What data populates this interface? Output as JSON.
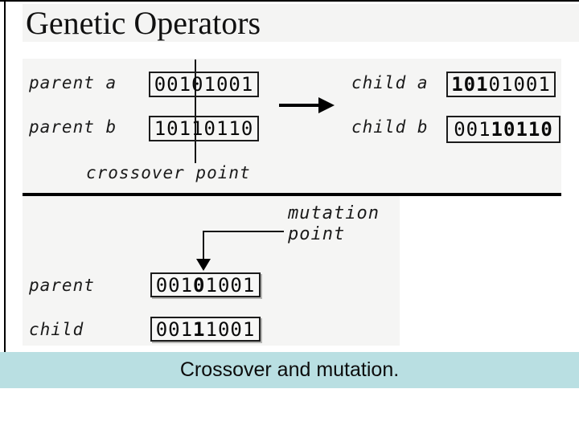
{
  "title": "Genetic Operators",
  "caption": "Crossover and mutation.",
  "colors": {
    "caption_band": "#b9dfe2",
    "panel_background": "#f5f5f4",
    "ink": "#000000"
  },
  "crossover": {
    "point_label": "crossover point",
    "parent_a": {
      "label": "parent a",
      "value": "00101001"
    },
    "parent_b": {
      "label": "parent b",
      "value": "10110110"
    },
    "child_a": {
      "label": "child a",
      "bold": "101",
      "plain": "01001"
    },
    "child_b": {
      "label": "child b",
      "plain": "001",
      "bold": "10110"
    }
  },
  "mutation": {
    "point_label_line1": "mutation",
    "point_label_line2": "point",
    "parent": {
      "label": "parent",
      "pre": "001",
      "bold": "0",
      "post": "1001"
    },
    "child": {
      "label": "child",
      "pre": "001",
      "bold": "1",
      "post": "1001"
    }
  }
}
